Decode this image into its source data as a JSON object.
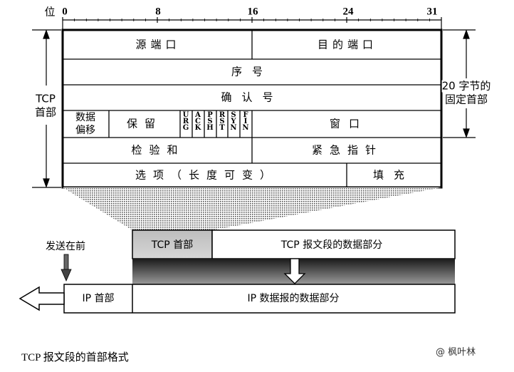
{
  "bit_axis": {
    "label": "位",
    "ticks": [
      "0",
      "8",
      "16",
      "24",
      "31"
    ]
  },
  "side_labels": {
    "left_line1": "TCP",
    "left_line2": "首部",
    "right_line1": "20 字节的",
    "right_line2": "固定首部"
  },
  "header_rows": {
    "source_port": "源端口",
    "dest_port": "目的端口",
    "sequence_number": "序号",
    "ack_number": "确认号",
    "data_offset_line1": "数据",
    "data_offset_line2": "偏移",
    "reserved": "保留",
    "flags": [
      "URG",
      "ACK",
      "PSH",
      "RST",
      "SYN",
      "FIN"
    ],
    "window": "窗口",
    "checksum": "检验和",
    "urgent_pointer": "紧急指针",
    "options": "选项（长度可变）",
    "padding": "填充"
  },
  "segment": {
    "tcp_header": "TCP 首部",
    "tcp_data": "TCP 报文段的数据部分"
  },
  "datagram": {
    "ip_header": "IP 首部",
    "ip_data": "IP 数据报的数据部分"
  },
  "send_first_label": "发送在前",
  "caption": "TCP 报文段的首部格式",
  "watermark": "@ 枫叶林"
}
